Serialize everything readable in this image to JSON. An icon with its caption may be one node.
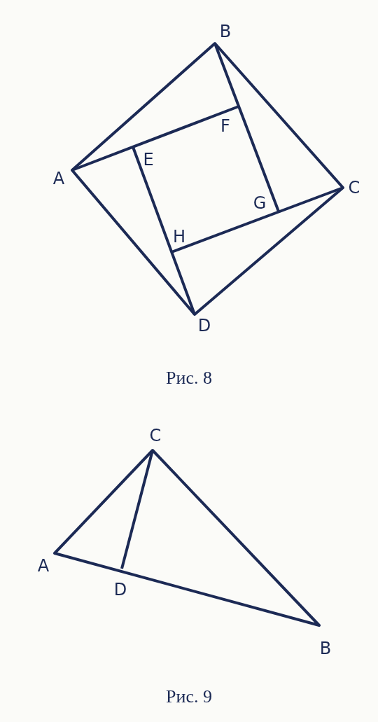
{
  "diagram": {
    "labels": [
      "B",
      "F",
      "E",
      "A",
      "C",
      "G",
      "H",
      "D",
      "Рис. 8",
      "C",
      "A",
      "D",
      "B",
      "Рис. 9"
    ]
  }
}
